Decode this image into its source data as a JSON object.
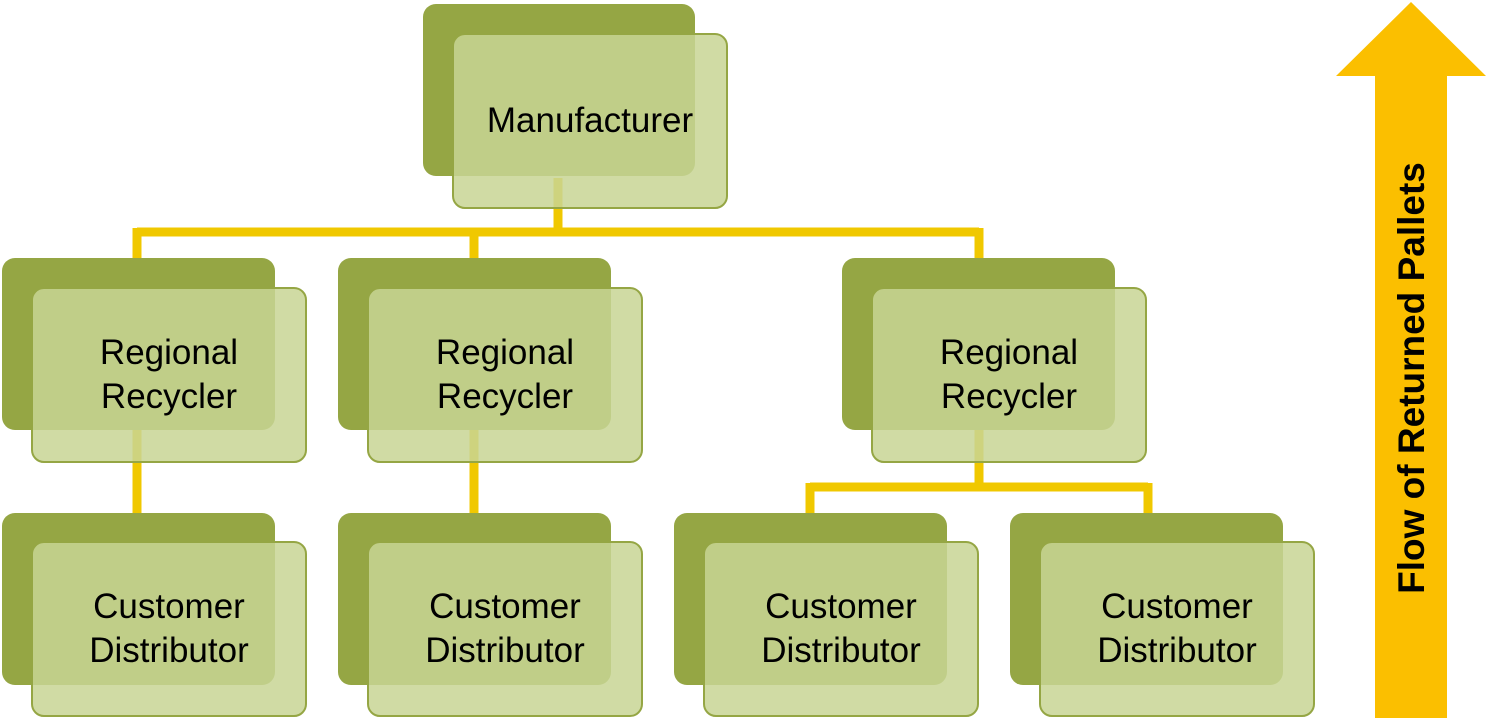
{
  "colors": {
    "back_box": "#95a644",
    "front_box": "rgba(200,213,148,0.85)",
    "front_border": "#95a644",
    "connector": "#f0c800",
    "arrow": "#fbbf00"
  },
  "nodes": {
    "manufacturer": {
      "label": "Manufacturer"
    },
    "recycler_1": {
      "label_line1": "Regional",
      "label_line2": "Recycler"
    },
    "recycler_2": {
      "label_line1": "Regional",
      "label_line2": "Recycler"
    },
    "recycler_3": {
      "label_line1": "Regional",
      "label_line2": "Recycler"
    },
    "distributor_1": {
      "label_line1": "Customer",
      "label_line2": "Distributor"
    },
    "distributor_2": {
      "label_line1": "Customer",
      "label_line2": "Distributor"
    },
    "distributor_3": {
      "label_line1": "Customer",
      "label_line2": "Distributor"
    },
    "distributor_4": {
      "label_line1": "Customer",
      "label_line2": "Distributor"
    }
  },
  "arrow": {
    "label": "Flow of Returned Pallets",
    "direction": "up"
  }
}
